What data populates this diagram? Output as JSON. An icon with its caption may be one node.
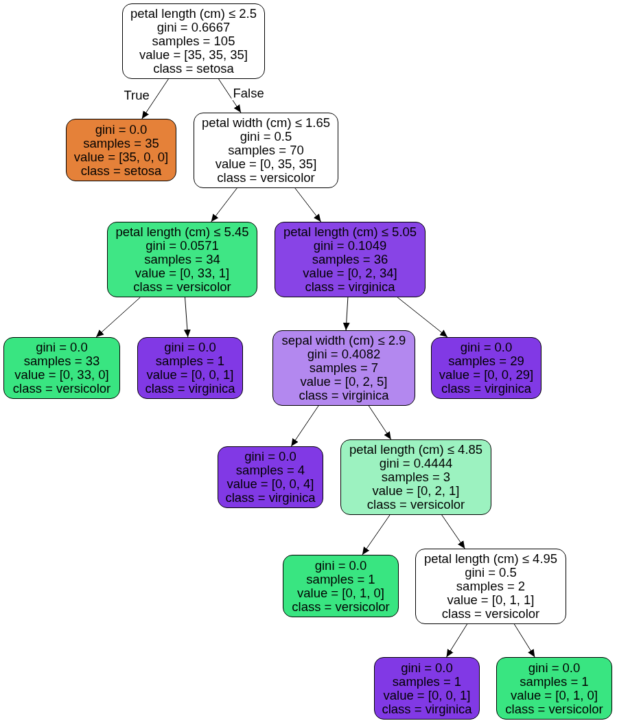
{
  "diagram": {
    "nodes": [
      {
        "text": [
          "petal length (cm) ≤ 2.5",
          "gini = 0.6667",
          "samples = 105",
          "value = [35, 35, 35]",
          "class = setosa"
        ]
      },
      {
        "text": [
          "gini = 0.0",
          "samples = 35",
          "value = [35, 0, 0]",
          "class = setosa"
        ]
      },
      {
        "text": [
          "petal width (cm) ≤ 1.65",
          "gini = 0.5",
          "samples = 70",
          "value = [0, 35, 35]",
          "class = versicolor"
        ]
      },
      {
        "text": [
          "petal length (cm) ≤ 5.45",
          "gini = 0.0571",
          "samples = 34",
          "value = [0, 33, 1]",
          "class = versicolor"
        ]
      },
      {
        "text": [
          "petal length (cm) ≤ 5.05",
          "gini = 0.1049",
          "samples = 36",
          "value = [0, 2, 34]",
          "class = virginica"
        ]
      },
      {
        "text": [
          "gini = 0.0",
          "samples = 33",
          "value = [0, 33, 0]",
          "class = versicolor"
        ]
      },
      {
        "text": [
          "gini = 0.0",
          "samples = 1",
          "value = [0, 0, 1]",
          "class = virginica"
        ]
      },
      {
        "text": [
          "sepal width (cm) ≤ 2.9",
          "gini = 0.4082",
          "samples = 7",
          "value = [0, 2, 5]",
          "class = virginica"
        ]
      },
      {
        "text": [
          "gini = 0.0",
          "samples = 29",
          "value = [0, 0, 29]",
          "class = virginica"
        ]
      },
      {
        "text": [
          "gini = 0.0",
          "samples = 4",
          "value = [0, 0, 4]",
          "class = virginica"
        ]
      },
      {
        "text": [
          "petal length (cm) ≤ 4.85",
          "gini = 0.4444",
          "samples = 3",
          "value = [0, 2, 1]",
          "class = versicolor"
        ]
      },
      {
        "text": [
          "gini = 0.0",
          "samples = 1",
          "value = [0, 1, 0]",
          "class = versicolor"
        ]
      },
      {
        "text": [
          "petal length (cm) ≤ 4.95",
          "gini = 0.5",
          "samples = 2",
          "value = [0, 1, 1]",
          "class = versicolor"
        ]
      },
      {
        "text": [
          "gini = 0.0",
          "samples = 1",
          "value = [0, 0, 1]",
          "class = virginica"
        ]
      },
      {
        "text": [
          "gini = 0.0",
          "samples = 1",
          "value = [0, 1, 0]",
          "class = versicolor"
        ]
      }
    ],
    "edges": [
      {
        "from": 0,
        "to": 1,
        "arrow": "to",
        "label": "True"
      },
      {
        "from": 0,
        "to": 2,
        "arrow": "to",
        "label": "False"
      },
      {
        "from": 2,
        "to": 3,
        "arrow": "to"
      },
      {
        "from": 2,
        "to": 4,
        "arrow": "to"
      },
      {
        "from": 3,
        "to": 5,
        "arrow": "to"
      },
      {
        "from": 3,
        "to": 6,
        "arrow": "to"
      },
      {
        "from": 4,
        "to": 7,
        "arrow": "to"
      },
      {
        "from": 4,
        "to": 8,
        "arrow": "to"
      },
      {
        "from": 7,
        "to": 9,
        "arrow": "to"
      },
      {
        "from": 7,
        "to": 10,
        "arrow": "to"
      },
      {
        "from": 10,
        "to": 11,
        "arrow": "to"
      },
      {
        "from": 10,
        "to": 12,
        "arrow": "to"
      },
      {
        "from": 12,
        "to": 13,
        "arrow": "to"
      },
      {
        "from": 12,
        "to": 14,
        "arrow": "to"
      }
    ]
  }
}
